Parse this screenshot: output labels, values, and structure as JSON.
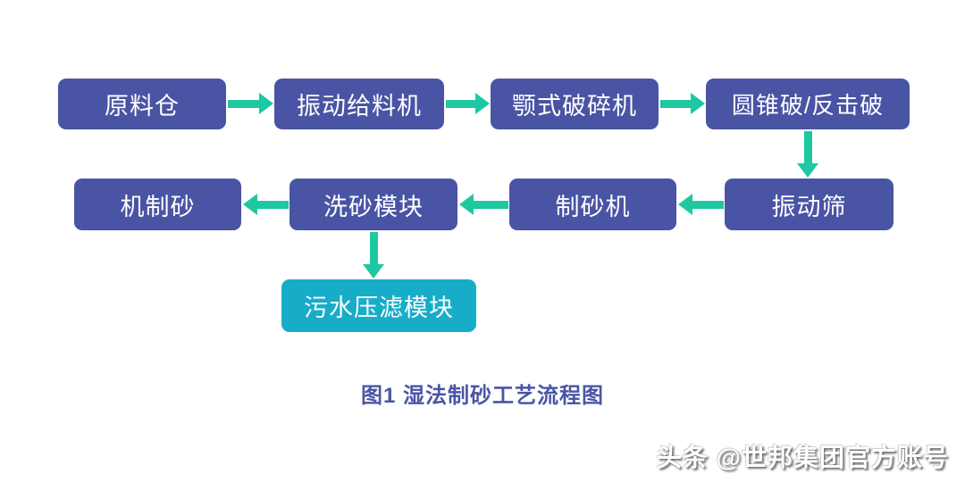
{
  "diagram": {
    "caption": "图1 湿法制砂工艺流程图",
    "watermark": "头条 @世邦集团官方账号",
    "colors": {
      "node_blue": "#4a54a4",
      "node_teal": "#17adc9",
      "arrow_teal": "#1ec8a0",
      "caption_text": "#4a55a5"
    },
    "nodes": [
      {
        "id": "raw-material-bin",
        "label": "原料仓"
      },
      {
        "id": "vibrating-feeder",
        "label": "振动给料机"
      },
      {
        "id": "jaw-crusher",
        "label": "颚式破碎机"
      },
      {
        "id": "cone-or-impact-crusher",
        "label": "圆锥破/反击破"
      },
      {
        "id": "vibrating-screen",
        "label": "振动筛"
      },
      {
        "id": "sand-making-machine",
        "label": "制砂机"
      },
      {
        "id": "sand-washing-module",
        "label": "洗砂模块"
      },
      {
        "id": "machine-made-sand",
        "label": "机制砂"
      },
      {
        "id": "sewage-filter-press-module",
        "label": "污水压滤模块"
      }
    ],
    "edges": [
      {
        "from": "raw-material-bin",
        "to": "vibrating-feeder",
        "direction": "right"
      },
      {
        "from": "vibrating-feeder",
        "to": "jaw-crusher",
        "direction": "right"
      },
      {
        "from": "jaw-crusher",
        "to": "cone-or-impact-crusher",
        "direction": "right"
      },
      {
        "from": "cone-or-impact-crusher",
        "to": "vibrating-screen",
        "direction": "down"
      },
      {
        "from": "vibrating-screen",
        "to": "sand-making-machine",
        "direction": "left"
      },
      {
        "from": "sand-making-machine",
        "to": "sand-washing-module",
        "direction": "left"
      },
      {
        "from": "sand-washing-module",
        "to": "machine-made-sand",
        "direction": "left"
      },
      {
        "from": "sand-washing-module",
        "to": "sewage-filter-press-module",
        "direction": "down"
      }
    ]
  }
}
